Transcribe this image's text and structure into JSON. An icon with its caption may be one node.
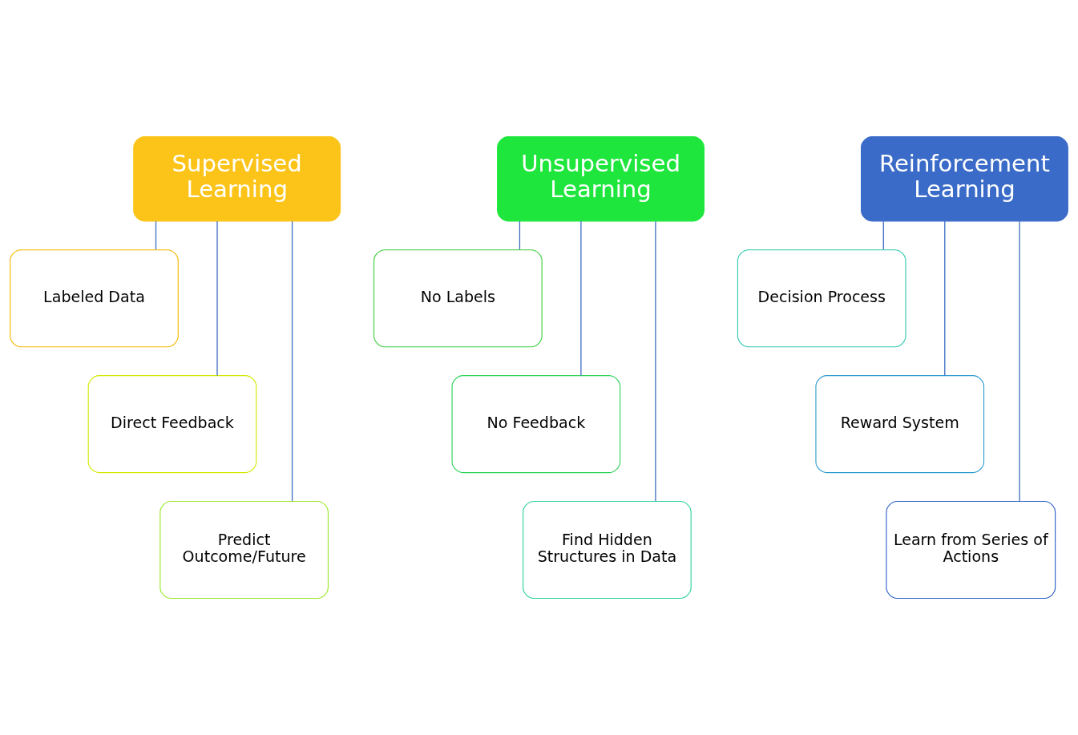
{
  "diagram": {
    "nodes": [
      {
        "text": [
          "Supervised Learning"
        ]
      },
      {
        "text": [
          "Labeled Data"
        ]
      },
      {
        "text": [
          "Direct Feedback"
        ]
      },
      {
        "text": [
          "Predict Outcome/Future"
        ]
      },
      {
        "text": [
          "Unsupervised Learning"
        ]
      },
      {
        "text": [
          "No Labels"
        ]
      },
      {
        "text": [
          "No Feedback"
        ]
      },
      {
        "text": [
          "Find Hidden Structures in Data"
        ]
      },
      {
        "text": [
          "Reinforcement Learning"
        ]
      },
      {
        "text": [
          "Decision Process"
        ]
      },
      {
        "text": [
          "Reward System"
        ]
      },
      {
        "text": [
          "Learn from Series of Actions"
        ]
      }
    ],
    "edges": [
      {
        "from": 0,
        "to": 1,
        "arrow": "none"
      },
      {
        "from": 0,
        "to": 2,
        "arrow": "none"
      },
      {
        "from": 0,
        "to": 3,
        "arrow": "none"
      },
      {
        "from": 4,
        "to": 5,
        "arrow": "none"
      },
      {
        "from": 4,
        "to": 6,
        "arrow": "none"
      },
      {
        "from": 4,
        "to": 7,
        "arrow": "none"
      },
      {
        "from": 8,
        "to": 9,
        "arrow": "none"
      },
      {
        "from": 8,
        "to": 10,
        "arrow": "none"
      },
      {
        "from": 8,
        "to": 11,
        "arrow": "none"
      }
    ]
  }
}
